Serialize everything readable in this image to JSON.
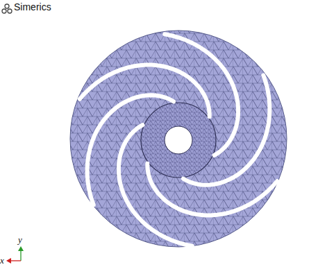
{
  "diagram": {
    "labels": [
      "Simerics",
      "y",
      "x"
    ]
  }
}
